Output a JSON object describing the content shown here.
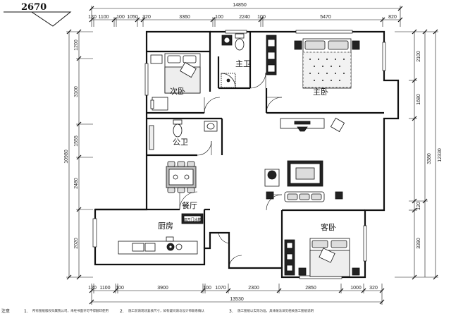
{
  "plan_code": "2670",
  "top_dims": {
    "overall": "14850",
    "segments": [
      "120",
      "1100",
      "100",
      "1050",
      "320",
      "3360",
      "100",
      "2240",
      "100",
      "5470",
      "820"
    ]
  },
  "bottom_dims": {
    "overall": "13530",
    "segments": [
      "120",
      "1100",
      "100",
      "3900",
      "100",
      "1070",
      "2300",
      "2850",
      "1000",
      "320"
    ]
  },
  "left_dims": {
    "overall": "10980",
    "segments": [
      "1200",
      "3100",
      "1555",
      "2480",
      "2020"
    ]
  },
  "right_dims": {
    "overall": "12330",
    "outer": "3380",
    "segments": [
      "2100",
      "1680",
      "120",
      "3390"
    ]
  },
  "rooms": {
    "master_bath": "主卫",
    "master_bedroom": "主卧",
    "second_bedroom": "次卧",
    "public_bath": "公卫",
    "dining": "餐厅",
    "kitchen": "厨房",
    "guest_bedroom": "客卧"
  },
  "fridge_label": "双开门冰箱",
  "notes": {
    "heading": "注意",
    "items": [
      {
        "num": "1.",
        "text": "所有图纸版权归属我公司，未经书面许可不得翻印使用"
      },
      {
        "num": "2.",
        "text": "施工前请现场复核尺寸，如有疑问请与设计师联系确认"
      },
      {
        "num": "3.",
        "text": "施工图纸以实际为准，具体做法详见相关施工图纸说明"
      }
    ]
  }
}
